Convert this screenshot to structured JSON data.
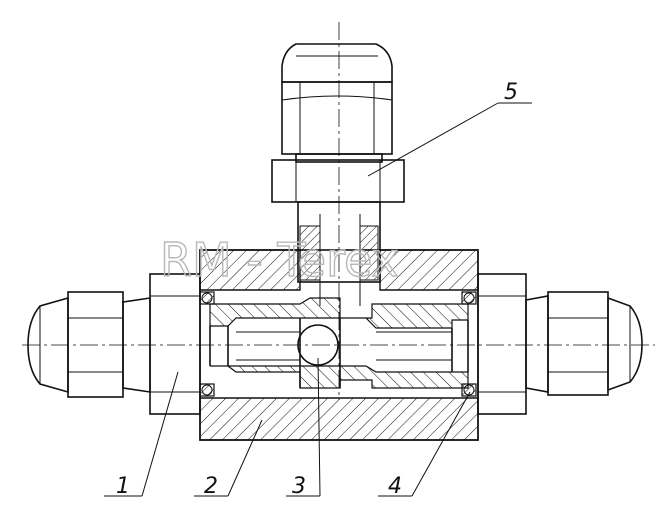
{
  "watermark": "RM - Terex",
  "callouts": [
    {
      "label": "1",
      "part": "left-fitting"
    },
    {
      "label": "2",
      "part": "tee-body"
    },
    {
      "label": "3",
      "part": "ball"
    },
    {
      "label": "4",
      "part": "o-ring"
    },
    {
      "label": "5",
      "part": "top-fitting"
    }
  ]
}
